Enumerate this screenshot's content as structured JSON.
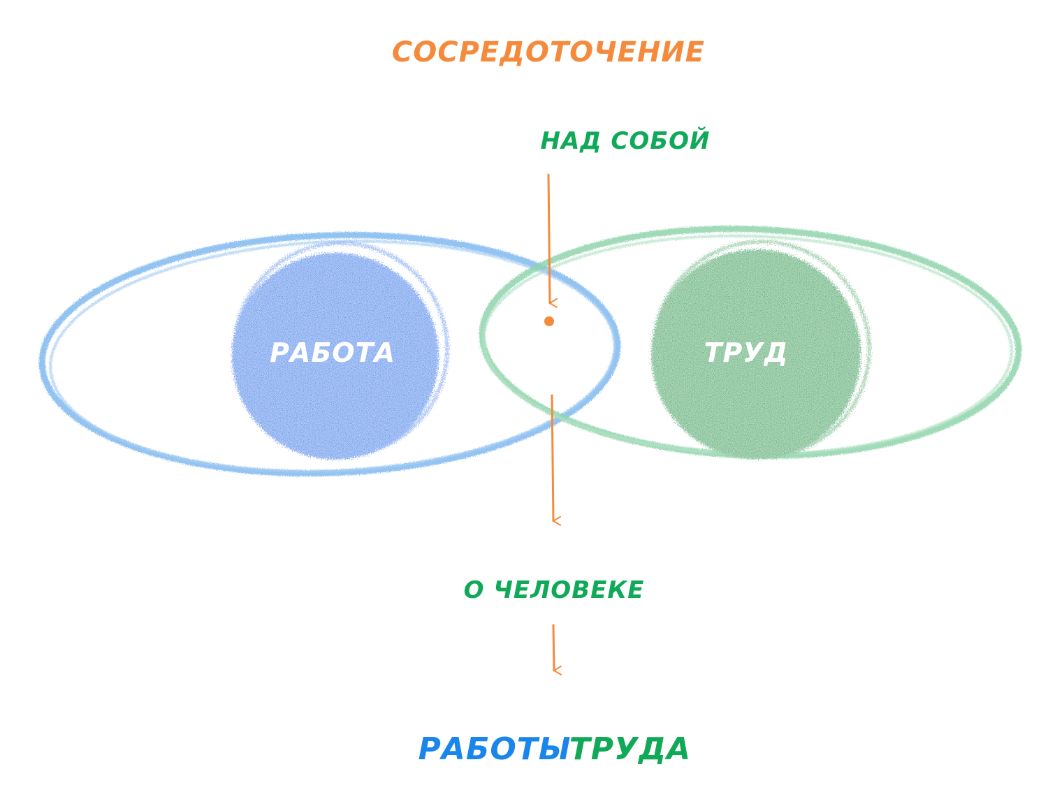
{
  "labels": {
    "title": "СОСРЕДОТОЧЕНИЕ",
    "above": "НАД СОБОЙ",
    "left_core": "РАБОТА",
    "right_core": "ТРУД",
    "below": "О ЧЕЛОВЕКЕ",
    "result_left": "РАБОТЫ",
    "result_right": "ТРУДА"
  },
  "colors": {
    "orange": "#f58a3c",
    "blue": "#1a86ec",
    "blue_light": "#7fb8ee",
    "green": "#0fa958",
    "green_light": "#8fd3ab",
    "white": "#ffffff"
  }
}
